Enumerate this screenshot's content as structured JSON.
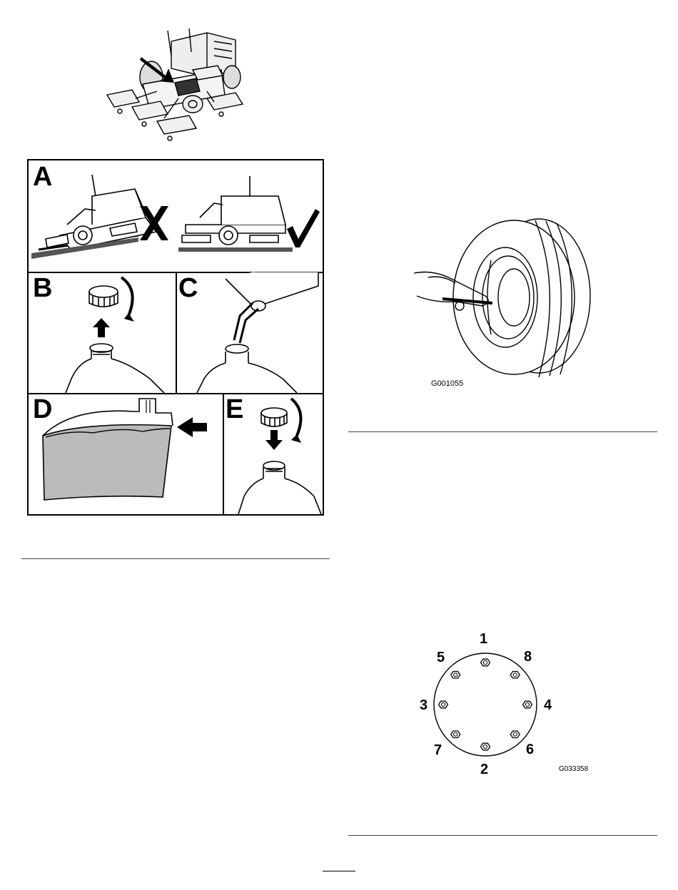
{
  "fuel_figure": {
    "panels": [
      {
        "letter": "A"
      },
      {
        "letter": "B"
      },
      {
        "letter": "C"
      },
      {
        "letter": "D"
      },
      {
        "letter": "E"
      }
    ]
  },
  "tire_figure": {
    "code": "G001055"
  },
  "lug_figure": {
    "code": "G033358",
    "bolt_sequence": [
      "1",
      "2",
      "3",
      "4",
      "5",
      "6",
      "7",
      "8"
    ]
  }
}
